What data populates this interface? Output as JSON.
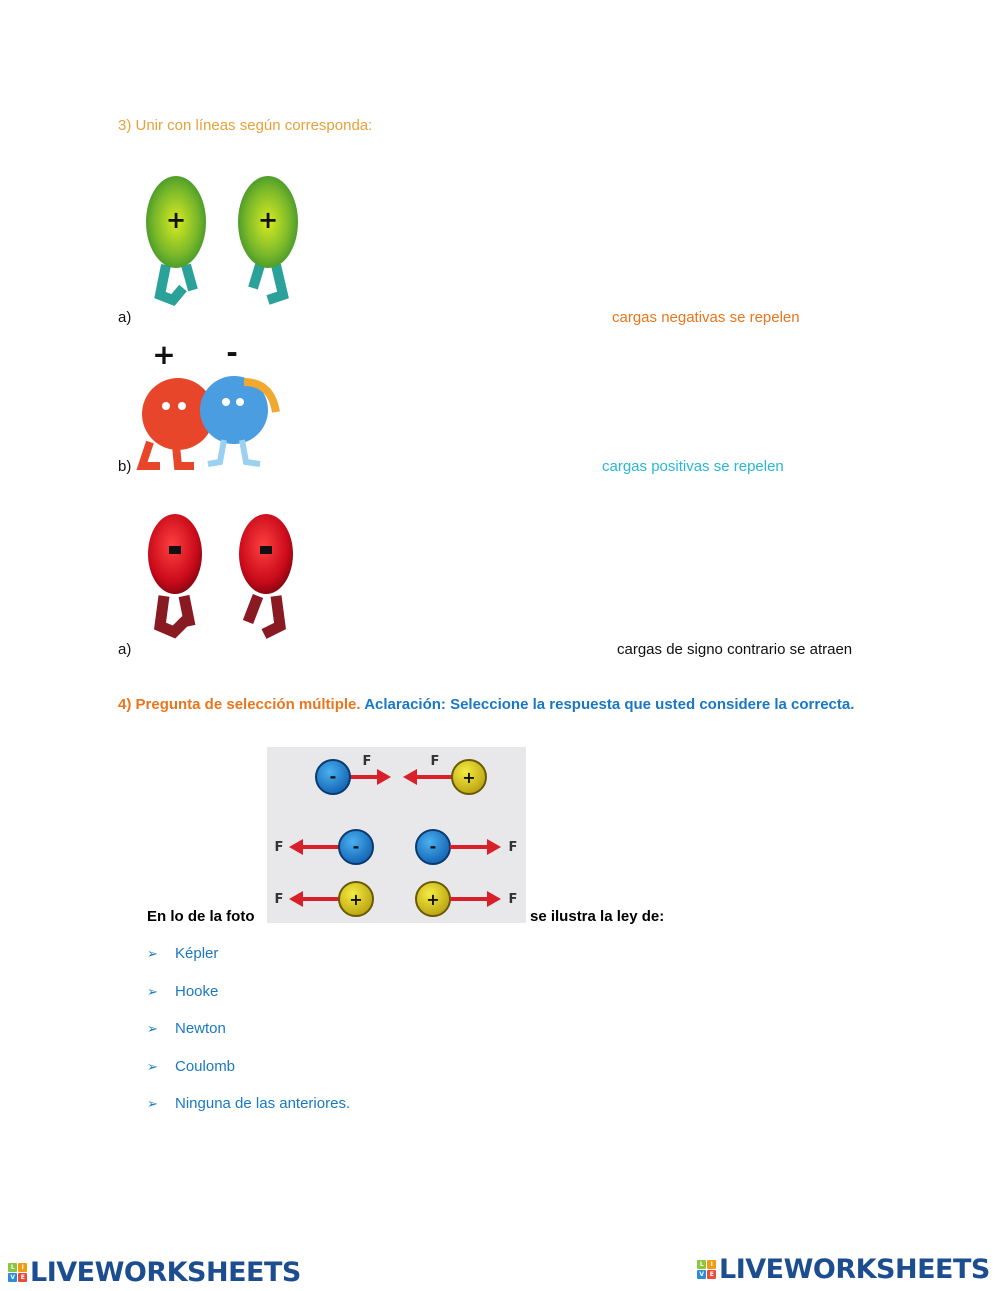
{
  "question3": {
    "title": "3)  Unir con líneas según corresponda:",
    "items": [
      {
        "letter": "a)",
        "sign": "+"
      },
      {
        "letter": "b)",
        "sign_left": "+",
        "sign_right": "-"
      },
      {
        "letter": "a)",
        "sign": "-"
      }
    ],
    "matches": [
      {
        "text": "cargas negativas se repelen",
        "color": "#e8761e"
      },
      {
        "text": "cargas positivas se repelen",
        "color": "#29b6d8"
      },
      {
        "text": "cargas de signo contrario se atraen",
        "color": "#111111"
      }
    ]
  },
  "question4": {
    "title_orange": "4) Pregunta de selección múltiple.",
    "title_blue": "Aclaración: Seleccione la respuesta que usted considere la correcta.",
    "stem_before": "En lo de la foto",
    "stem_after": "se ilustra la ley de:",
    "image_labels": {
      "force": "F",
      "neg": "-",
      "pos": "+"
    },
    "options": [
      "Képler",
      "Hooke",
      "Newton",
      "Coulomb",
      "Ninguna de las anteriores."
    ]
  },
  "footer": {
    "logo_text": "LIVEWORKSHEETS",
    "logo_blocks": [
      "L",
      "I",
      "V",
      "E"
    ],
    "colors": {
      "green": "#8cc63f",
      "orange": "#f39c12",
      "blue": "#2e8bd6",
      "red": "#e74c3c",
      "text": "#1c4d8e"
    }
  }
}
